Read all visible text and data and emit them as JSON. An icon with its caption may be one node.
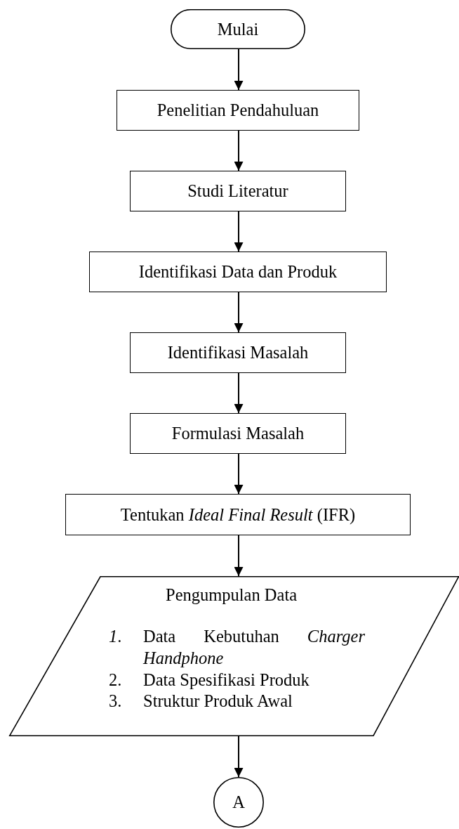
{
  "diagram": {
    "nodes": [
      {
        "text": [
          "Mulai"
        ]
      },
      {
        "text": [
          "Penelitian Pendahuluan"
        ]
      },
      {
        "text": [
          "Studi Literatur"
        ]
      },
      {
        "text": [
          "Identifikasi Data dan Produk"
        ]
      },
      {
        "text": [
          "Identifikasi Masalah"
        ]
      },
      {
        "text": [
          "Formulasi Masalah"
        ]
      },
      {
        "text": [
          "Tentukan *Ideal Final Result* (IFR)"
        ]
      },
      {
        "text": [
          "Pengumpulan Data",
          "*1*. Data Kebutuhan *Charger Handphone*",
          "2. Data Spesifikasi Produk",
          "3. Struktur Produk Awal"
        ]
      },
      {
        "text": [
          "A"
        ]
      }
    ],
    "edges": [
      {
        "from": 0,
        "to": 1,
        "arrow": "to"
      },
      {
        "from": 1,
        "to": 2,
        "arrow": "to"
      },
      {
        "from": 2,
        "to": 3,
        "arrow": "to"
      },
      {
        "from": 3,
        "to": 4,
        "arrow": "to"
      },
      {
        "from": 4,
        "to": 5,
        "arrow": "to"
      },
      {
        "from": 5,
        "to": 6,
        "arrow": "to"
      },
      {
        "from": 6,
        "to": 7,
        "arrow": "to"
      },
      {
        "from": 7,
        "to": 8,
        "arrow": "to"
      }
    ]
  }
}
